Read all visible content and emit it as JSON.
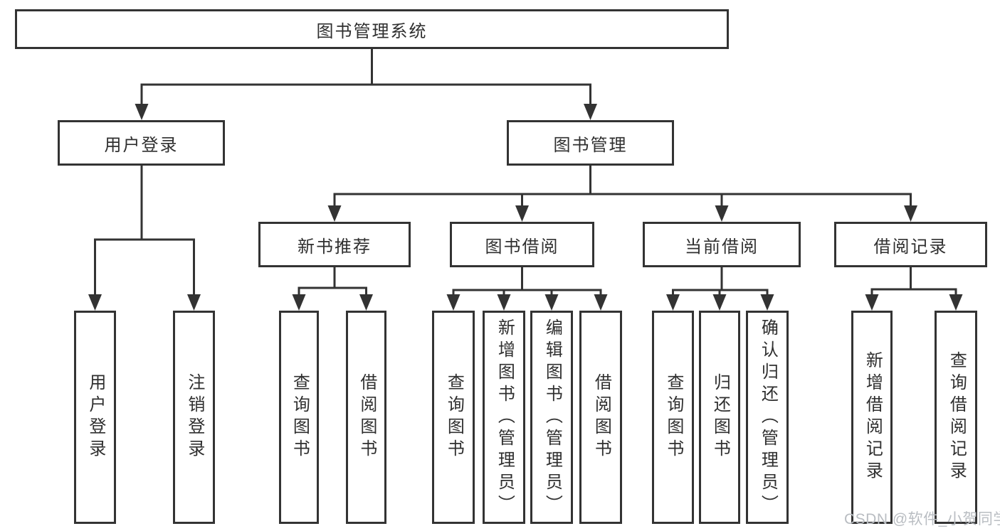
{
  "tree": {
    "root": {
      "label": "图书管理系统"
    },
    "branches": [
      {
        "label": "用户登录",
        "children": [
          {
            "label": "用户登录"
          },
          {
            "label": "注销登录"
          }
        ]
      },
      {
        "label": "图书管理",
        "children": [
          {
            "label": "新书推荐",
            "children": [
              {
                "label": "查询图书"
              },
              {
                "label": "借阅图书"
              }
            ]
          },
          {
            "label": "图书借阅",
            "children": [
              {
                "label": "查询图书"
              },
              {
                "label": "新增图书（管理员）"
              },
              {
                "label": "编辑图书（管理员）"
              },
              {
                "label": "借阅图书"
              }
            ]
          },
          {
            "label": "当前借阅",
            "children": [
              {
                "label": "查询图书"
              },
              {
                "label": "归还图书"
              },
              {
                "label": "确认归还（管理员）"
              }
            ]
          },
          {
            "label": "借阅记录",
            "children": [
              {
                "label": "新增借阅记录"
              },
              {
                "label": "查询借阅记录"
              }
            ]
          }
        ]
      }
    ]
  },
  "watermark": {
    "text": "CSDN @软件_小贺同学"
  },
  "colors": {
    "line": "#333333",
    "text": "#2f2f2f",
    "watermark": "#b9bdc2",
    "background": "#ffffff"
  }
}
